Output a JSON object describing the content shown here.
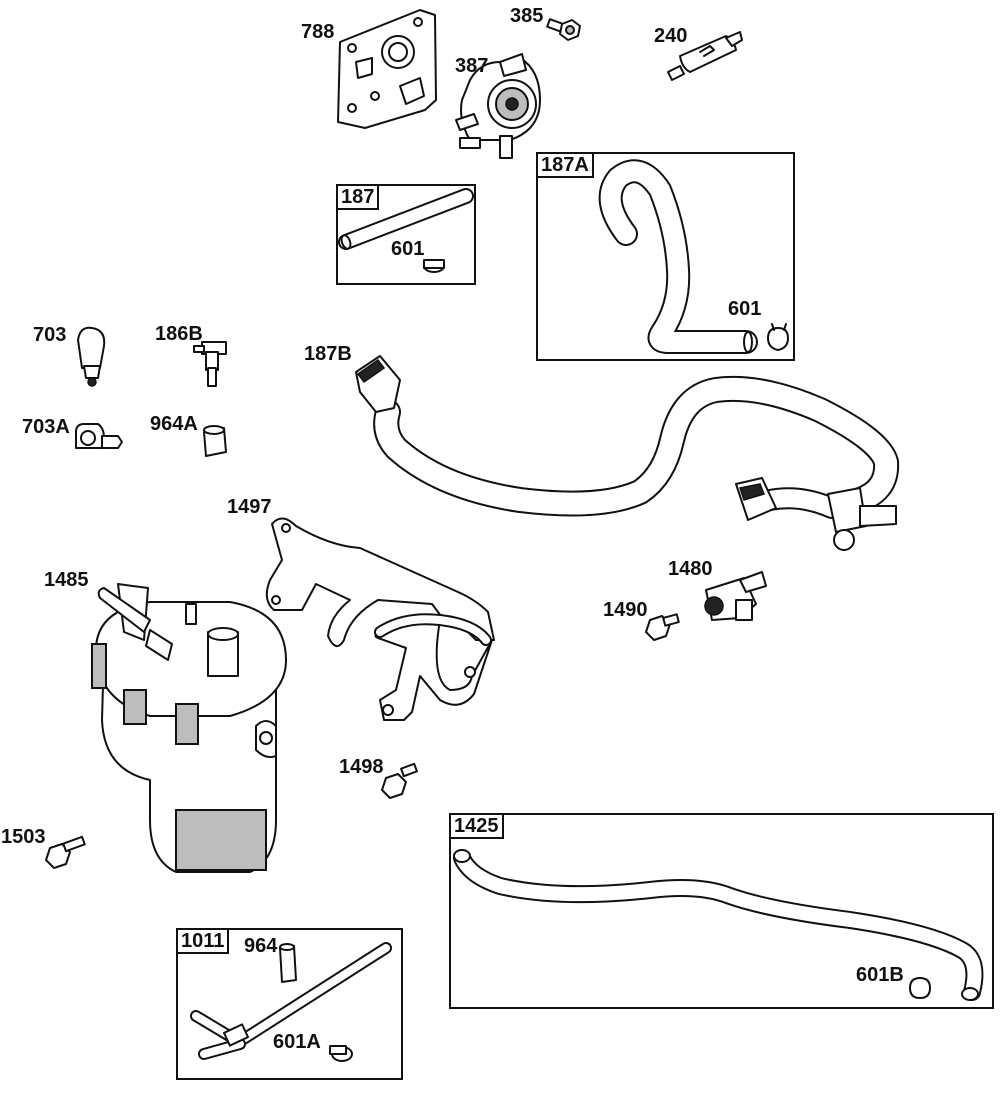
{
  "callouts": {
    "p788": "788",
    "p385": "385",
    "p240": "240",
    "p387": "387",
    "p187": "187",
    "p601_in187": "601",
    "p187A": "187A",
    "p601_in187A": "601",
    "p703": "703",
    "p186B": "186B",
    "p187B": "187B",
    "p703A": "703A",
    "p964A": "964A",
    "p1497": "1497",
    "p1485": "1485",
    "p1480": "1480",
    "p1490": "1490",
    "p1498": "1498",
    "p1503": "1503",
    "p1425": "1425",
    "p601B": "601B",
    "p1011": "1011",
    "p964": "964",
    "p601A": "601A"
  }
}
